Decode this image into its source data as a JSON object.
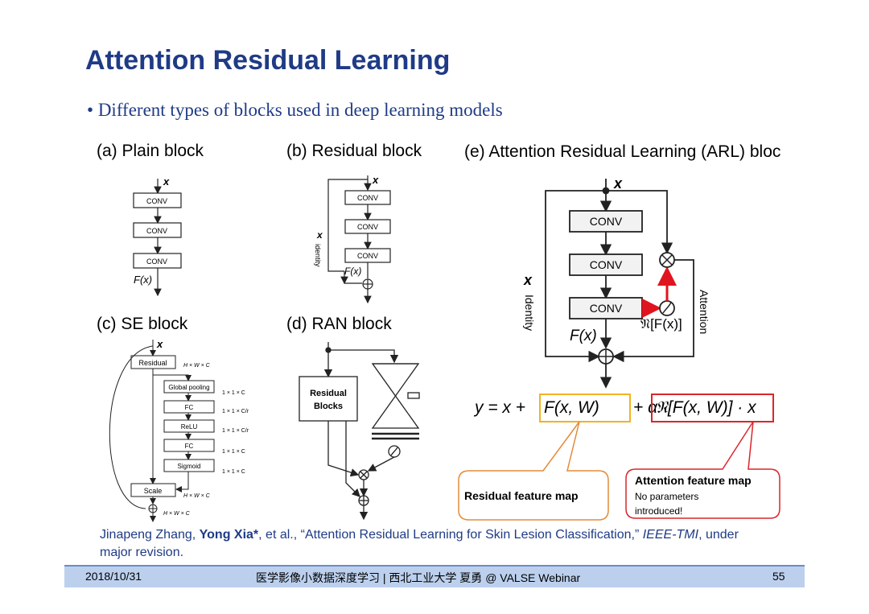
{
  "title": "Attention Residual Learning",
  "bullet": "Different types of blocks used in deep learning models",
  "panels": {
    "a": "(a) Plain block",
    "b": "(b) Residual block",
    "c": "(c) SE block",
    "d": "(d) RAN block",
    "e": "(e) Attention Residual Learning (ARL) bloc"
  },
  "plain": {
    "x": "x",
    "conv": "CONV",
    "out": "F(x)"
  },
  "residual": {
    "x": "x",
    "conv": "CONV",
    "out": "F(x)",
    "side_x": "x",
    "identity": "identity"
  },
  "se": {
    "x": "x",
    "residual": "Residual",
    "global_pooling": "Global pooling",
    "fc": "FC",
    "relu": "ReLU",
    "sigmoid": "Sigmoid",
    "scale": "Scale",
    "dim_hwc": "H × W × C",
    "dim_11c": "1 × 1 × C",
    "dim_11cr": "1 × 1 × C/r"
  },
  "ran": {
    "residual_blocks_1": "Residual",
    "residual_blocks_2": "Blocks"
  },
  "arl": {
    "x": "x",
    "conv": "CONV",
    "side_x": "x",
    "identity": "Identity",
    "attention": "Attention",
    "fx": "F(x)",
    "nfx": "𝔑[F(x)]"
  },
  "equation": {
    "lhs": "y = x +",
    "residual_term": "F(x, W)",
    "mid": "+ α ·",
    "attention_term": "𝔑[F(x, W)] · x"
  },
  "callouts": {
    "residual": "Residual feature map",
    "attention_title": "Attention feature map",
    "attention_line1": "No parameters",
    "attention_line2": "introduced!"
  },
  "citation": {
    "authors_1": "Jinapeng Zhang, ",
    "authors_bold": "Yong Xia*",
    "authors_2": ", et al., “Attention Residual Learning for Skin Lesion Classification,” ",
    "journal": "IEEE-TMI",
    "tail": ", under major revision."
  },
  "footer": {
    "date": "2018/10/31",
    "center": "医学影像小数据深度学习 | 西北工业大学 夏勇 @ VALSE Webinar",
    "page": "55"
  }
}
